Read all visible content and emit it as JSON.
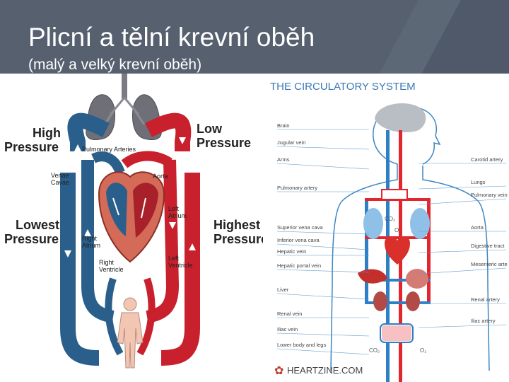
{
  "slide": {
    "title": "Plicní a tělní krevní oběh",
    "subtitle": "(malý a velký krevní oběh)"
  },
  "left_diagram": {
    "high_pressure": [
      "High",
      "Pressure"
    ],
    "low_pressure": [
      "Low",
      "Pressure"
    ],
    "lowest_pressure": [
      "Lowest",
      "Pressure"
    ],
    "highest_pressure": [
      "Highest",
      "Pressure"
    ],
    "pulmonary_arteries": "Pulmonary Arteries",
    "venae_cavae": [
      "Venae",
      "Cavae"
    ],
    "aorta": "Aorta",
    "left_atrium": [
      "Left",
      "Atrium"
    ],
    "right_atrium": [
      "Right",
      "Atrium"
    ],
    "right_ventricle": [
      "Right",
      "Ventricle"
    ],
    "left_ventricle": [
      "Left",
      "Ventricle"
    ]
  },
  "right_diagram": {
    "title": "THE CIRCULATORY SYSTEM",
    "left_labels": [
      "Brain",
      "Jugular vein",
      "Arms",
      "Pulmonary artery",
      "Superior vena cava",
      "Inferior vena cava",
      "Hepatic vein",
      "Hepatic portal vein",
      "Liver",
      "Renal vein",
      "Iliac vein",
      "Lower body and legs"
    ],
    "right_labels": [
      "Carotid artery",
      "Lungs",
      "Pulmonary vein",
      "Aorta",
      "Digestive tract",
      "Mesenteric arte",
      "Renal artery",
      "Iliac artery"
    ],
    "gas_labels": {
      "co2_top": "CO₂",
      "o2_top": "O₂",
      "co2_bottom": "CO₂",
      "o2_bottom": "O₂"
    },
    "logo": "HEARTZINE.COM"
  },
  "colors": {
    "header_bg": "#56606f",
    "artery_red": "#c8202c",
    "vein_blue": "#2a5f8c",
    "bright_red": "#e3262e",
    "bright_blue": "#2f7fc6"
  }
}
